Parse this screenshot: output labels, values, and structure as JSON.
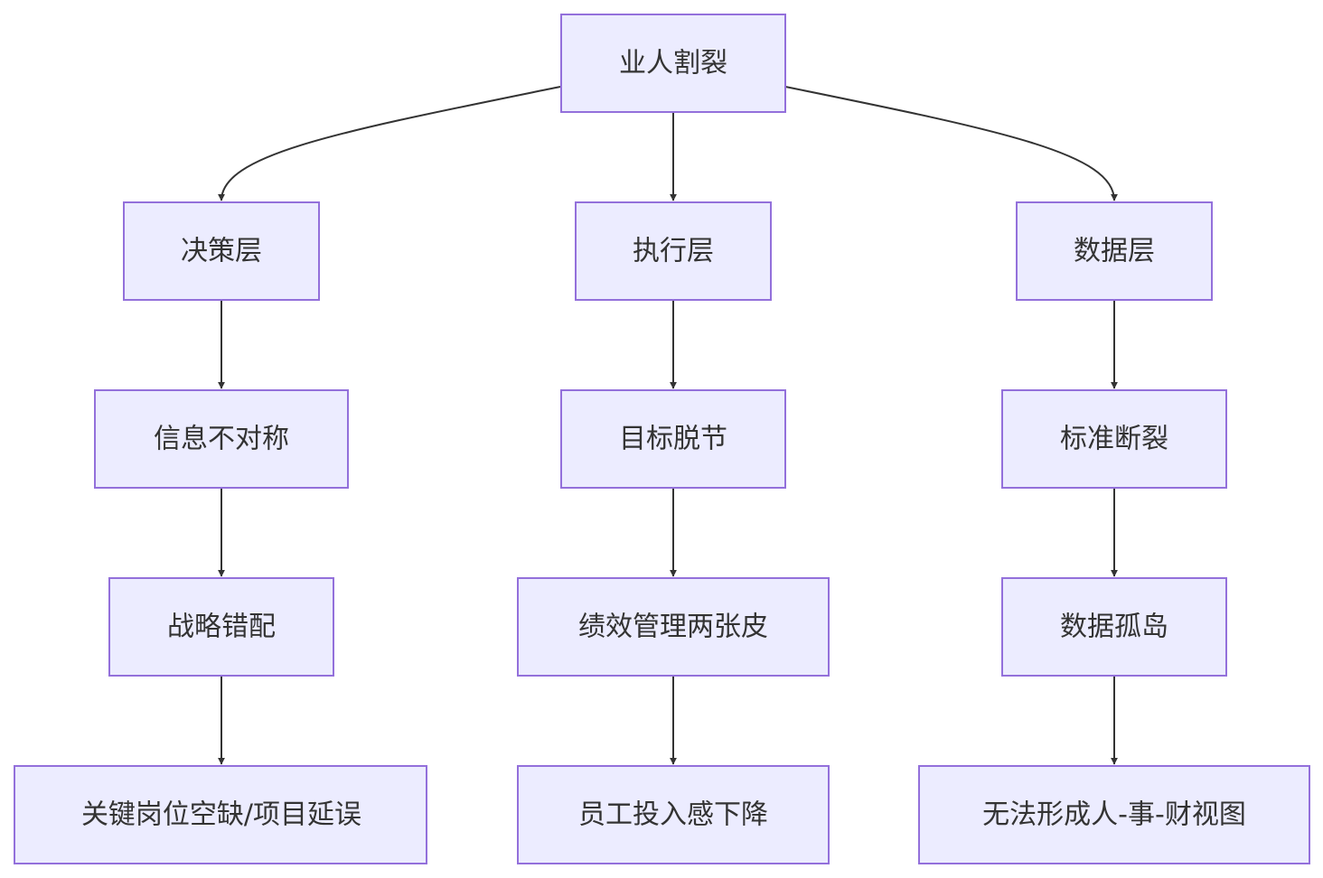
{
  "diagram": {
    "type": "flowchart",
    "direction": "top-down",
    "colors": {
      "node_fill": "#ececff",
      "node_border": "#9370db",
      "edge": "#333333",
      "text": "#333333"
    },
    "nodes": {
      "root": "业人割裂",
      "decision": "决策层",
      "execution": "执行层",
      "data_layer": "数据层",
      "info_asym": "信息不对称",
      "goal_gap": "目标脱节",
      "std_break": "标准断裂",
      "strategy_mis": "战略错配",
      "perf_two_skins": "绩效管理两张皮",
      "data_island": "数据孤岛",
      "key_vacancy": "关键岗位空缺/项目延误",
      "engagement_drop": "员工投入感下降",
      "no_view": "无法形成人-事-财视图"
    },
    "edges": [
      [
        "root",
        "decision"
      ],
      [
        "root",
        "execution"
      ],
      [
        "root",
        "data_layer"
      ],
      [
        "decision",
        "info_asym"
      ],
      [
        "execution",
        "goal_gap"
      ],
      [
        "data_layer",
        "std_break"
      ],
      [
        "info_asym",
        "strategy_mis"
      ],
      [
        "goal_gap",
        "perf_two_skins"
      ],
      [
        "std_break",
        "data_island"
      ],
      [
        "strategy_mis",
        "key_vacancy"
      ],
      [
        "perf_two_skins",
        "engagement_drop"
      ],
      [
        "data_island",
        "no_view"
      ]
    ]
  }
}
